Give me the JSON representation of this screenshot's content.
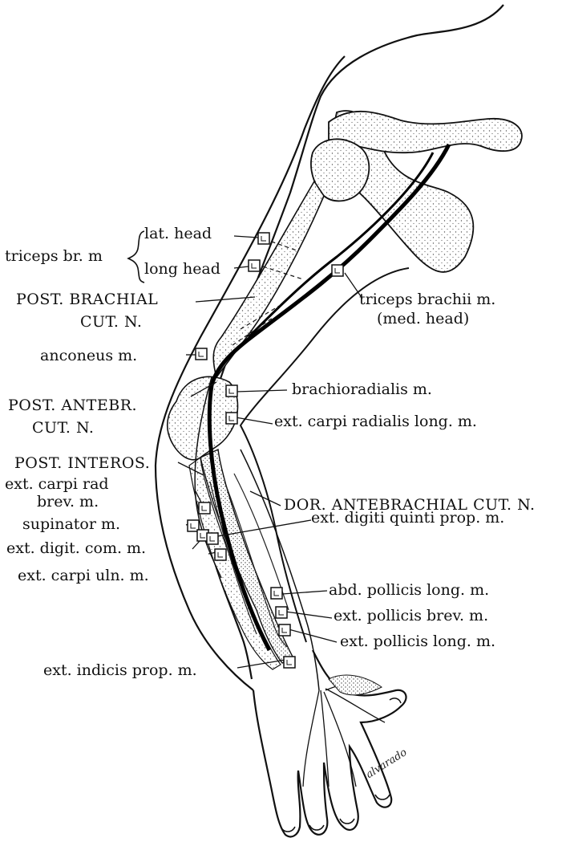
{
  "labels": {
    "triceps_br_m": "triceps br. m",
    "lat_head": "lat. head",
    "long_head": "long head",
    "post_brachial_1": "POST. BRACHIAL",
    "post_brachial_2": "CUT. N.",
    "triceps_brachii_1": "triceps brachii m.",
    "triceps_brachii_2": "(med. head)",
    "anconeus": "anconeus m.",
    "post_antebr_1": "POST. ANTEBR.",
    "post_antebr_2": "CUT. N.",
    "brachioradialis": "brachioradialis m.",
    "ext_carpi_rad_long": "ext. carpi radialis long. m.",
    "post_interos": "POST. INTEROS.",
    "ext_carpi_rad_brev_1": "ext. carpi rad",
    "ext_carpi_rad_brev_2": "brev. m.",
    "dor_antebrachial": "DOR. ANTEBRACHIAL CUT. N.",
    "supinator": "supinator m.",
    "ext_digit_com": "ext. digit. com. m.",
    "ext_digiti_quinti": "ext. digiti quinti prop. m.",
    "ext_carpi_uln": "ext. carpi uln. m.",
    "abd_pollicis_long": "abd. pollicis long. m.",
    "ext_pollicis_brev": "ext. pollicis brev. m.",
    "ext_pollicis_long": "ext. pollicis long. m.",
    "ext_indicis_prop": "ext. indicis prop. m.",
    "signature": "alvarado"
  }
}
